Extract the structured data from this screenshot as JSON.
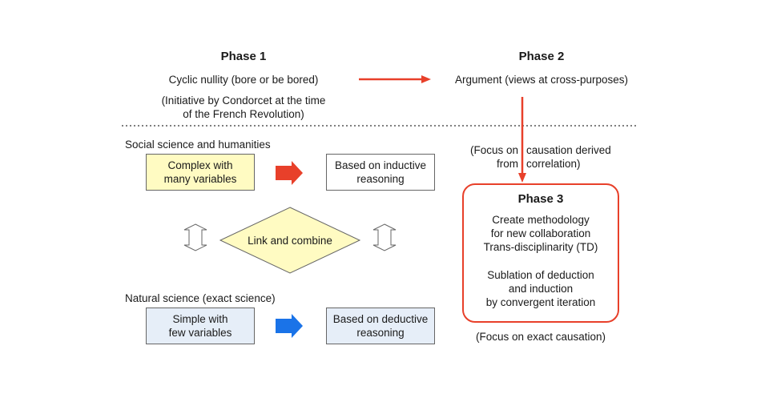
{
  "phase1": {
    "title": "Phase 1",
    "line1": "Cyclic nullity (bore or be bored)",
    "note": "(Initiative by Condorcet at the time\nof the French Revolution)"
  },
  "phase2": {
    "title": "Phase 2",
    "line1": "Argument (views at cross-purposes)"
  },
  "focus_causation": {
    "left_top": "(Focus on",
    "left_bottom": "from",
    "right_top": "causation derived",
    "right_bottom": "correlation)"
  },
  "social": {
    "heading": "Social science and humanities",
    "box_left": "Complex with\nmany variables",
    "box_right": "Based on inductive\nreasoning"
  },
  "link": {
    "label": "Link and combine"
  },
  "natural": {
    "heading": "Natural science (exact science)",
    "box_left": "Simple with\nfew variables",
    "box_right": "Based on deductive\nreasoning"
  },
  "phase3": {
    "title": "Phase 3",
    "block1": "Create methodology\nfor new collaboration\nTrans-disciplinarity (TD)",
    "block2": "Sublation of deduction\nand induction\nby convergent iteration"
  },
  "focus_exact": "(Focus on exact causation)",
  "colors": {
    "accent_red": "#e8402a",
    "arrow_blue": "#1a73e8",
    "yellow_fill": "#fffbc2",
    "blue_fill": "#e6eef8"
  }
}
